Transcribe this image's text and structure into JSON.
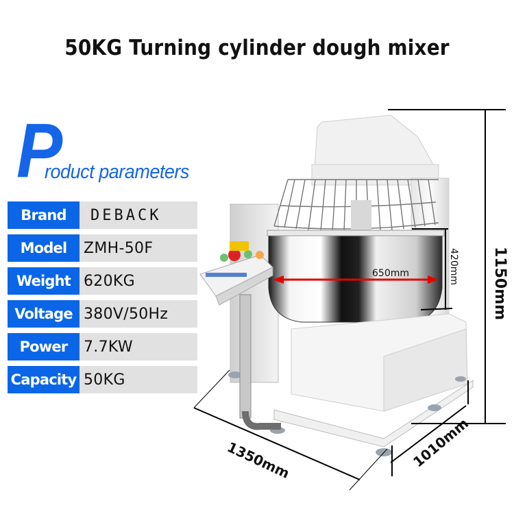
{
  "title": "50KG Turning cylinder dough mixer",
  "heading": {
    "initial": "P",
    "rest": "roduct parameters"
  },
  "parameters": [
    {
      "label": "Brand",
      "value": "DEBACK"
    },
    {
      "label": "Model",
      "value": "ZMH-50F"
    },
    {
      "label": "Weight",
      "value": "620KG"
    },
    {
      "label": "Voltage",
      "value": "380V/50Hz"
    },
    {
      "label": "Power",
      "value": "7.7KW"
    },
    {
      "label": "Capacity",
      "value": "50KG"
    }
  ],
  "dimensions": {
    "height": "1150mm",
    "length": "1350mm",
    "width": "1010mm",
    "bowl_diameter": "650mm",
    "bowl_depth": "420mm"
  },
  "colors": {
    "accent_blue": "#0a66e6",
    "value_bg": "#e1e1e1",
    "arrow_red": "#e50000"
  }
}
